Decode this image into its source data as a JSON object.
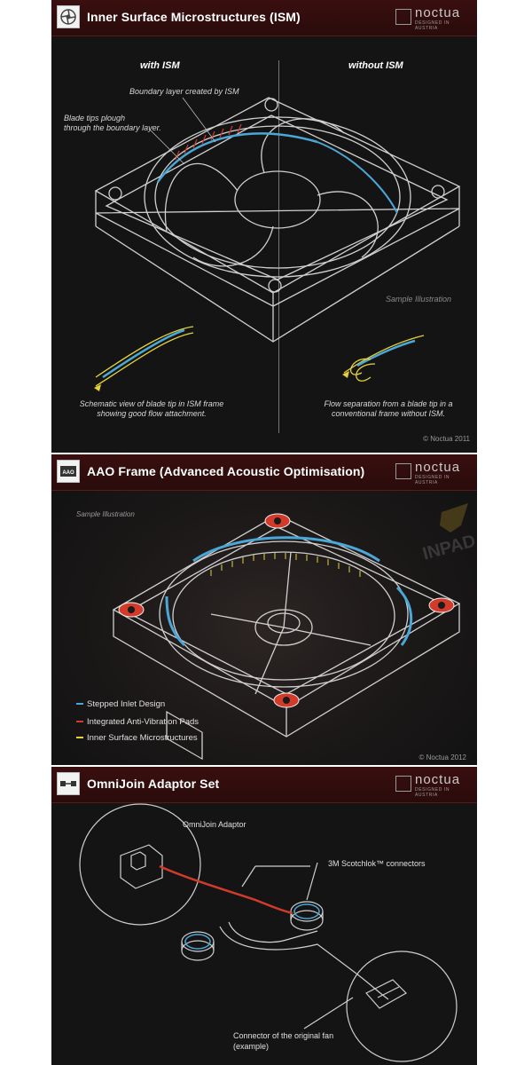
{
  "panels": {
    "ism": {
      "title": "Inner Surface Microstructures (ISM)",
      "logo_name": "noctua",
      "logo_sub": "DESIGNED IN AUSTRIA",
      "with_label": "with ISM",
      "without_label": "without ISM",
      "annotation_boundary": "Boundary layer created by ISM",
      "annotation_blade_1": "Blade tips plough",
      "annotation_blade_2": "through the boundary layer.",
      "sample": "Sample Illustration",
      "caption_left_1": "Schematic view of blade tip in ISM frame",
      "caption_left_2": "showing good flow attachment.",
      "caption_right_1": "Flow separation from a blade tip in a",
      "caption_right_2": "conventional frame without ISM.",
      "copyright": "© Noctua 2011"
    },
    "aao": {
      "title": "AAO Frame (Advanced Acoustic Optimisation)",
      "logo_name": "noctua",
      "logo_sub": "DESIGNED IN AUSTRIA",
      "sample": "Sample Illustration",
      "watermark": "INPAD",
      "legend": [
        {
          "label": "Stepped Inlet Design",
          "color": "#4aa8d8"
        },
        {
          "label": "Integrated Anti-Vibration Pads",
          "color": "#d23a2a"
        },
        {
          "label": "Inner Surface Microstructures",
          "color": "#e6d23a"
        }
      ],
      "copyright": "© Noctua 2012"
    },
    "omni": {
      "title": "OmniJoin Adaptor Set",
      "logo_name": "noctua",
      "logo_sub": "DESIGNED IN AUSTRIA",
      "label_adaptor": "OmniJoin Adaptor",
      "label_scotchlok": "3M Scotchlok™ connectors",
      "label_connector_1": "Connector of the original fan",
      "label_connector_2": "(example)"
    }
  },
  "colors": {
    "header": "#3a0f0f",
    "blue": "#4aa8d8",
    "red": "#d23a2a",
    "yellow": "#e6d23a"
  }
}
